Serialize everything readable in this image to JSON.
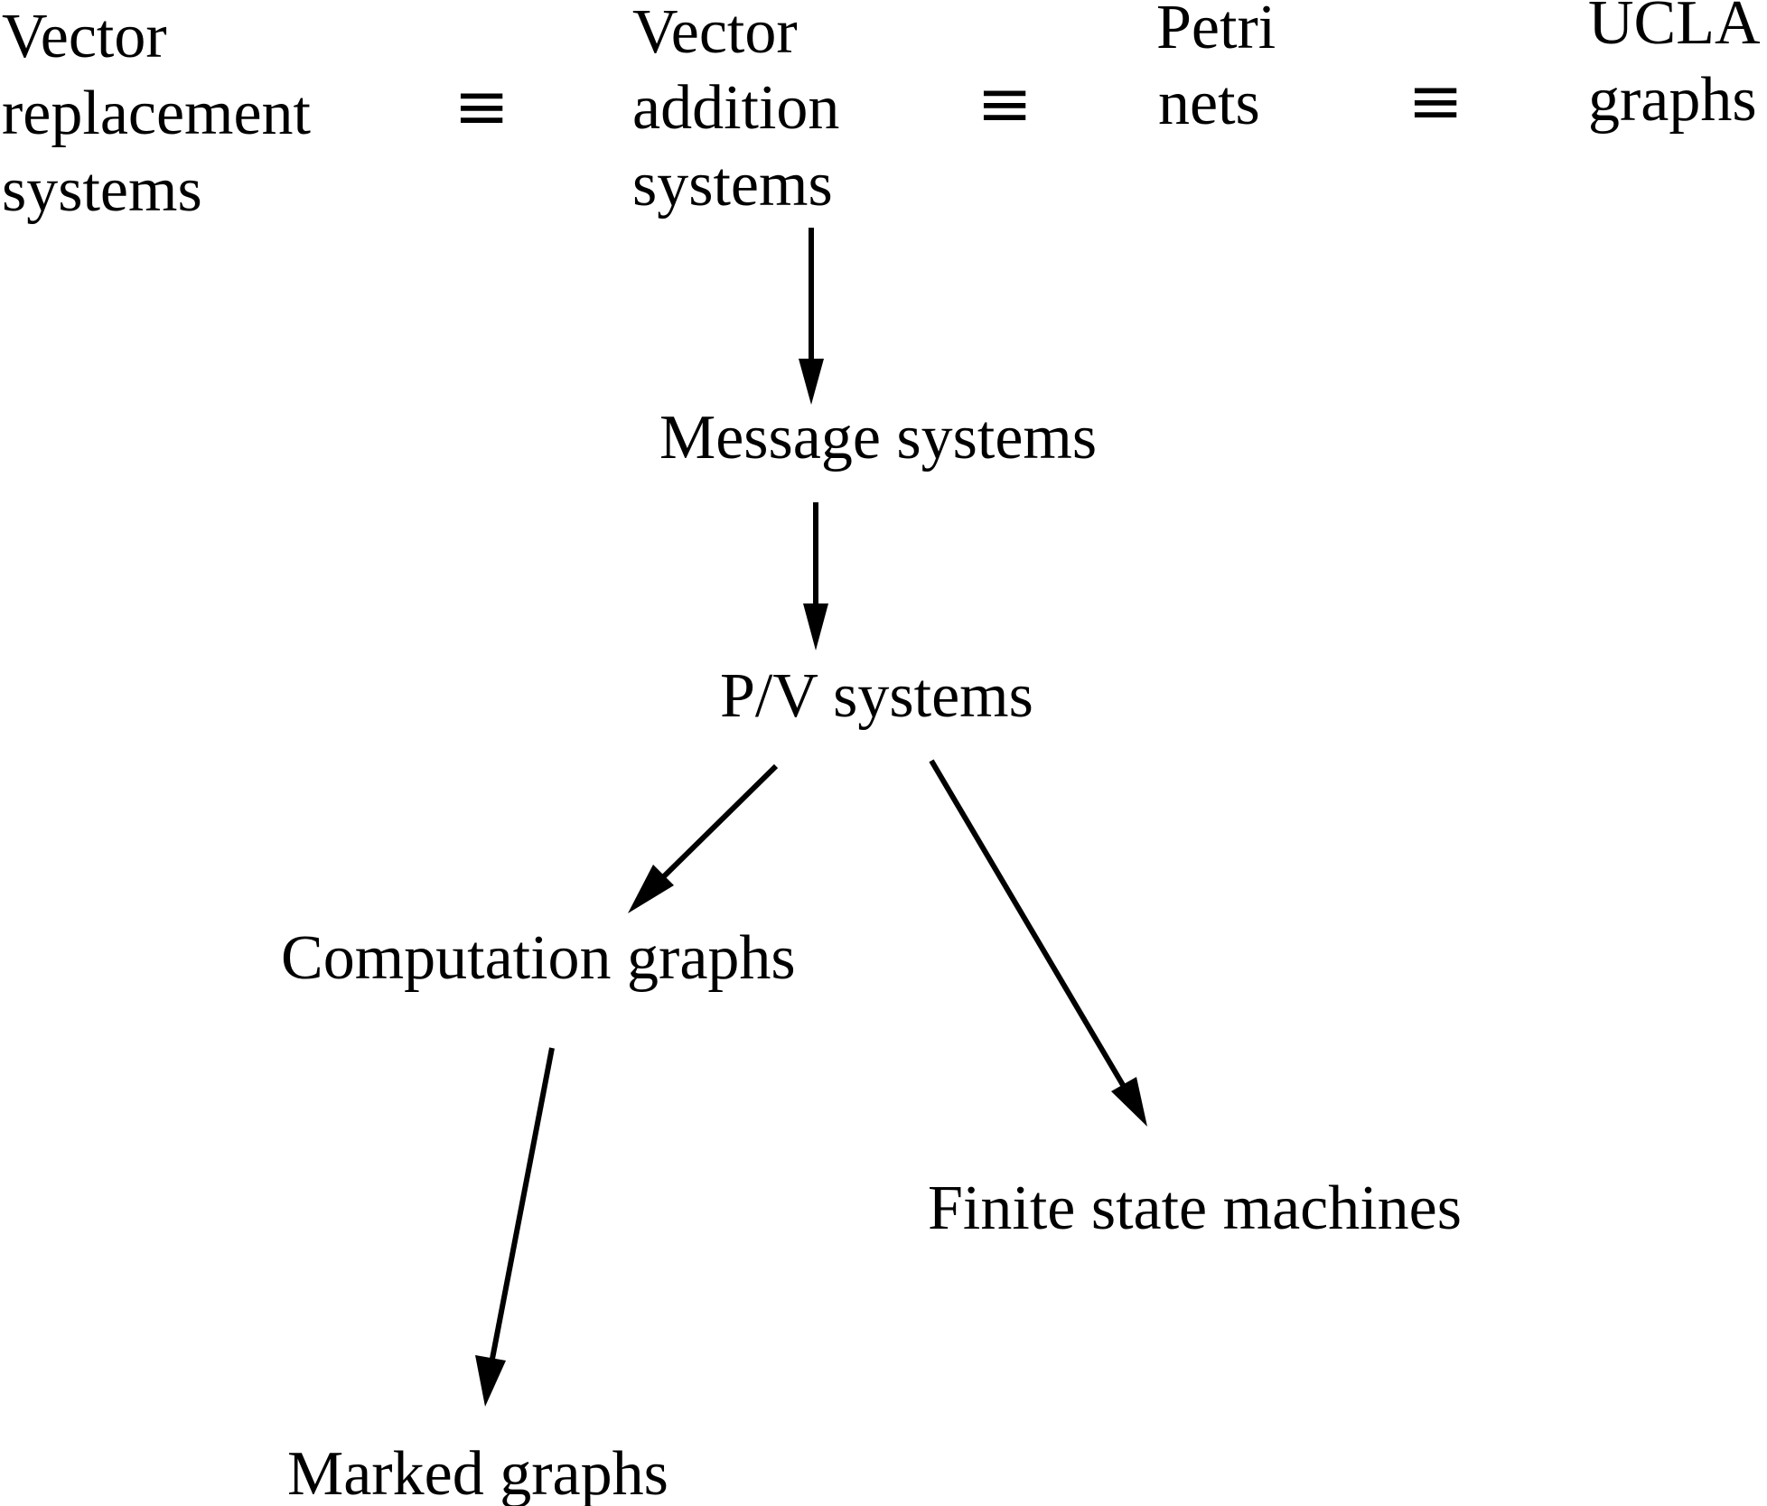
{
  "top_row": {
    "items": [
      {
        "id": "vector-replacement-systems",
        "lines": [
          "Vector",
          "replacement",
          "systems"
        ]
      },
      {
        "id": "vector-addition-systems",
        "lines": [
          "Vector",
          "addition",
          "systems"
        ]
      },
      {
        "id": "petri-nets",
        "lines": [
          "Petri",
          "nets"
        ]
      },
      {
        "id": "ucla-graphs",
        "lines": [
          "UCLA",
          "graphs"
        ]
      }
    ],
    "equivalence_symbol": "≡"
  },
  "nodes": {
    "message_systems": "Message systems",
    "pv_systems": "P/V systems",
    "computation_graphs": "Computation graphs",
    "finite_state_machines": "Finite state machines",
    "marked_graphs": "Marked graphs"
  },
  "edges": [
    {
      "from": "vector-addition-systems",
      "to": "message-systems"
    },
    {
      "from": "message-systems",
      "to": "pv-systems"
    },
    {
      "from": "pv-systems",
      "to": "computation-graphs"
    },
    {
      "from": "pv-systems",
      "to": "finite-state-machines"
    },
    {
      "from": "computation-graphs",
      "to": "marked-graphs"
    }
  ]
}
